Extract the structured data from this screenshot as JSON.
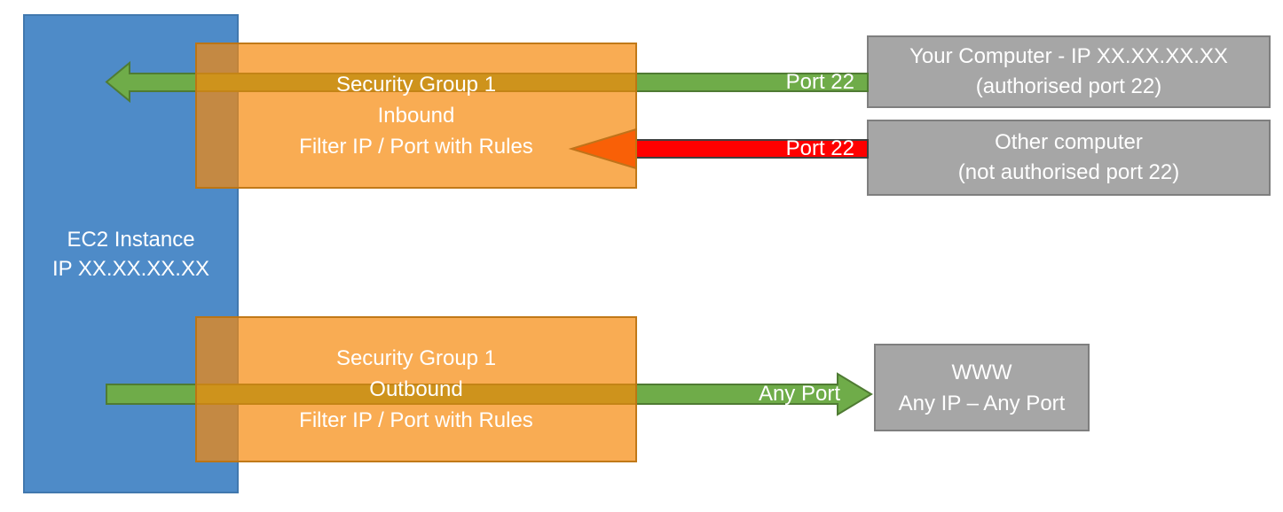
{
  "ec2_instance": {
    "lines": [
      "EC2 Instance",
      "IP XX.XX.XX.XX"
    ]
  },
  "security_group_inbound": {
    "lines": [
      "Security Group 1",
      "Inbound",
      "Filter IP / Port with Rules"
    ]
  },
  "security_group_outbound": {
    "lines": [
      "Security Group 1",
      "Outbound",
      "Filter IP / Port with Rules"
    ]
  },
  "your_computer": {
    "lines": [
      "Your Computer - IP XX.XX.XX.XX",
      "(authorised port 22)"
    ]
  },
  "other_computer": {
    "lines": [
      "Other computer",
      "(not authorised port 22)"
    ]
  },
  "www": {
    "lines": [
      "WWW",
      "Any IP – Any Port"
    ]
  },
  "arrows": {
    "inbound_allowed": {
      "label": "Port 22",
      "status": "allowed",
      "color": "#6FAC49"
    },
    "inbound_blocked": {
      "label": "Port 22",
      "status": "blocked",
      "color": "#FF0000"
    },
    "outbound_allowed": {
      "label": "Any Port",
      "status": "allowed",
      "color": "#6FAC49"
    }
  },
  "colors": {
    "ec2_fill": "#4E8BC8",
    "ec2_border": "#4178AE",
    "security_group_fill": "#F6890A",
    "security_group_opacity": "0.70",
    "security_group_border": "#BA7312",
    "node_fill": "#A6A6A6",
    "node_border": "#7F7F7F",
    "green_arrow_border": "#4F7B33",
    "red_arrow_border": "#404040",
    "label_text": "#FFFFFF"
  }
}
